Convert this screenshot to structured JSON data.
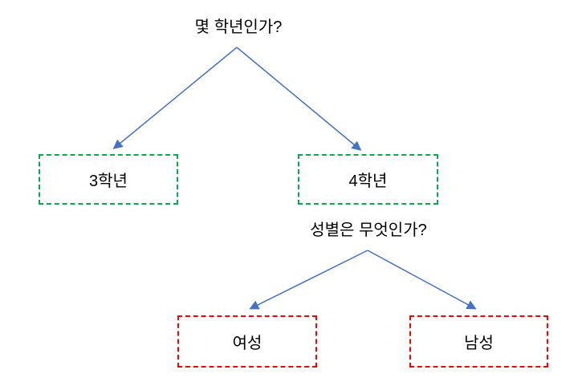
{
  "diagram": {
    "root_question": "몇 학년인가?",
    "level1_nodes": [
      {
        "label": "3학년"
      },
      {
        "label": "4학년"
      }
    ],
    "sub_question": "성별은 무엇인가?",
    "level2_nodes": [
      {
        "label": "여성"
      },
      {
        "label": "남성"
      }
    ]
  },
  "colors": {
    "connector": "#4472C4",
    "level1": "#00B050",
    "level2": "#FF0000",
    "text": "#000000",
    "bg": "#FFFFFF"
  }
}
